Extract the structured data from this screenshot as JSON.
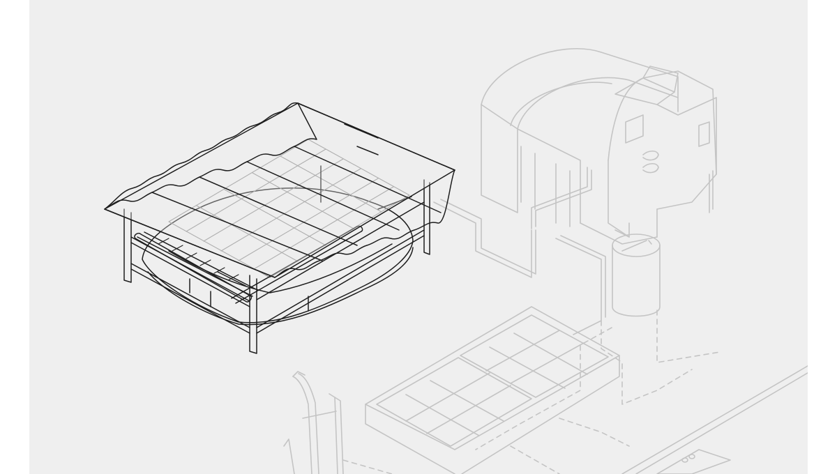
{
  "illustration": {
    "style": "isometric line drawing",
    "colors": {
      "background": "#efefef",
      "outer": "#ffffff",
      "highlight_stroke": "#1d1d1d",
      "context_stroke": "#c4c4c4"
    },
    "highlighted_component": "covered-boat-on-rack",
    "context_components": [
      "machine-housing",
      "cylindrical-tank",
      "grated-tank",
      "hand-trolley",
      "piping",
      "conveyor-belt",
      "dashed-underground-lines"
    ]
  }
}
